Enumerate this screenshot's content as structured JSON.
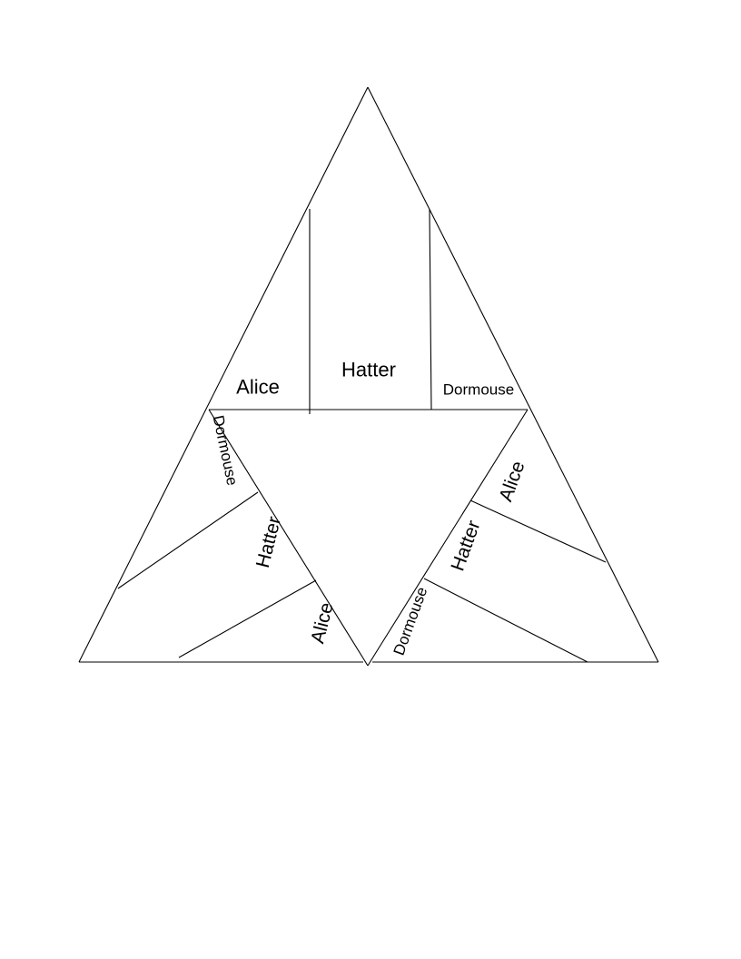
{
  "diagram": {
    "top_wedge": {
      "left_label": "Alice",
      "center_label": "Hatter",
      "right_label": "Dormouse"
    },
    "left_wedge": {
      "top_label": "Dormouse",
      "middle_label": "Hatter",
      "bottom_label": "Alice"
    },
    "right_wedge": {
      "top_label": "Alice",
      "middle_label": "Hatter",
      "bottom_label": "Dormouse"
    }
  }
}
